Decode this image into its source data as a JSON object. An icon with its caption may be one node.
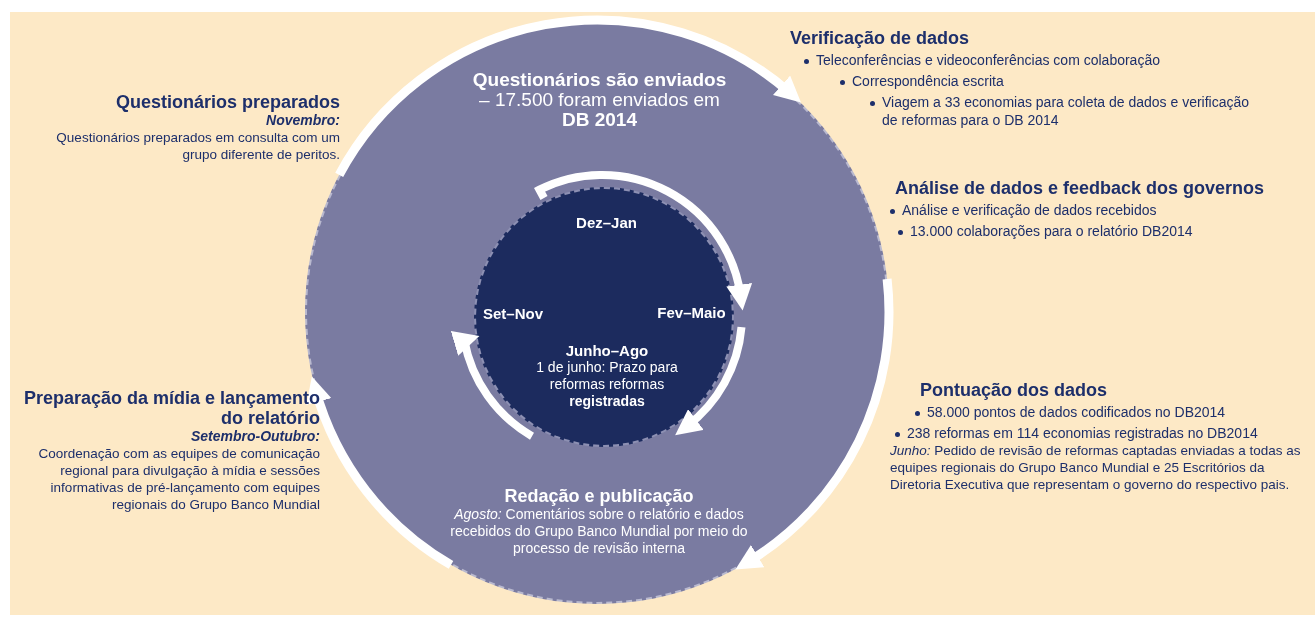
{
  "diagram": {
    "nodes": [
      {
        "text": [],
        "shape": "circle"
      },
      {
        "text": [
          "**Questionários são enviados** – 17.500 foram enviados em **DB 2014**"
        ],
        "in": 0
      },
      {
        "text": [],
        "shape": "circle",
        "in": 0
      },
      {
        "text": [
          "Dez–Jan"
        ],
        "in": 2
      },
      {
        "text": [
          "Fev–Maio"
        ],
        "in": 2
      },
      {
        "text": [
          "Junho–Ago",
          "1 de junho: Prazo para reformas reformas **registradas**"
        ],
        "in": 2
      },
      {
        "text": [
          "Set–Nov"
        ],
        "in": 2
      },
      {
        "text": [
          "Redação e publicação",
          "*Agosto:* Comentários sobre o relatório e dados recebidos do Grupo Banco Mundial por meio do processo de revisão interna"
        ],
        "in": 0
      },
      {
        "text": [
          "Questionários preparados",
          "Novembro:",
          "Questionários preparados em consulta com um grupo diferente de peritos."
        ]
      },
      {
        "text": [
          "Verificação de dados",
          "Teleconferências e videoconferências com colaboração",
          "Correspondência escrita",
          "Viagem a 33 economias para coleta de dados e verificação de reformas para o DB 2014"
        ]
      },
      {
        "text": [
          "Análise de dados e feedback dos governos",
          "Análise e verificação de dados recebidos",
          "13.000 colaborações para o relatório DB2014"
        ]
      },
      {
        "text": [
          "Pontuação dos dados",
          "58.000 pontos de dados codificados no DB2014",
          "238 reformas em 114 economias registradas no DB2014",
          "*Junho:* Pedido de revisão de reformas captadas enviadas a todas as equipes regionais do Grupo Banco Mundial e 25 Escritórios da Diretoria Executiva que representam o governo do respectivo pais."
        ]
      },
      {
        "text": [
          "Preparação da mídia e lançamento do relatório",
          "Setembro-Outubro:",
          "Coordenação com as equipes de comunicação regional para divulgação à mídia e sessões informativas de pré-lançamento com equipes regionais do Grupo Banco Mundial"
        ]
      }
    ],
    "edges": [
      {
        "from": 8,
        "to": 9,
        "arrow": "to"
      },
      {
        "from": 10,
        "to": 7,
        "arrow": "to"
      },
      {
        "from": 7,
        "to": 12,
        "arrow": "to"
      },
      {
        "from": 3,
        "to": 4,
        "arrow": "to"
      },
      {
        "from": 4,
        "to": 5,
        "arrow": "to"
      },
      {
        "from": 5,
        "to": 6,
        "arrow": "to"
      }
    ]
  }
}
